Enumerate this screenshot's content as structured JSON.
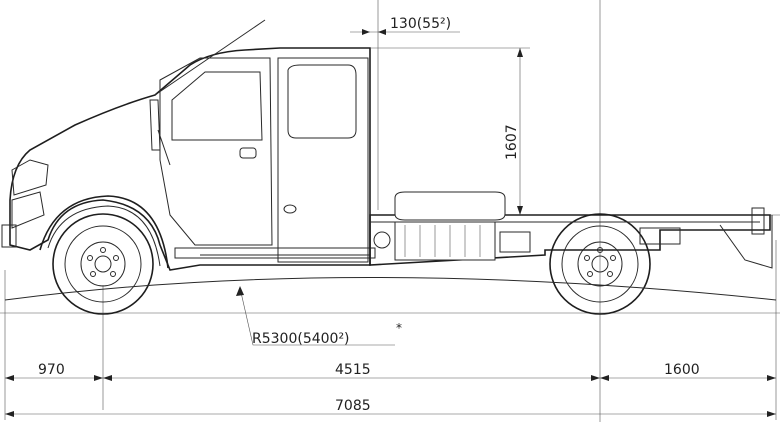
{
  "dimensions": {
    "front_overhang": "970",
    "wheelbase": "4515",
    "rear_overhang": "1600",
    "overall_length": "7085",
    "frame_height": "1607",
    "cab_gap": "130(55²)",
    "turning_radius": "R5300(5400²)",
    "note_mark": "*"
  }
}
